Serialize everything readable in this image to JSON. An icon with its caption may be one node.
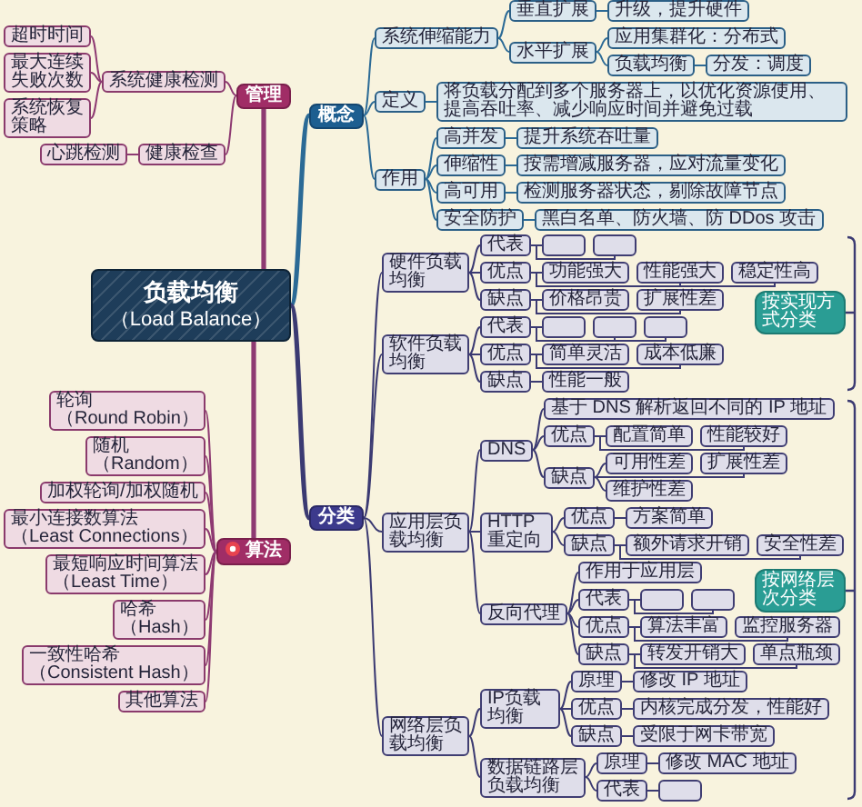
{
  "diagram": {
    "nodes": [
      {
        "text": [
          "负载均衡",
          "（Load Balance）"
        ]
      },
      {
        "text": [
          "管理"
        ]
      },
      {
        "text": [
          "系统健康检测"
        ]
      },
      {
        "text": [
          "超时时间"
        ]
      },
      {
        "text": [
          "最大连续失败次数"
        ]
      },
      {
        "text": [
          "系统恢复策略"
        ]
      },
      {
        "text": [
          "健康检查"
        ]
      },
      {
        "text": [
          "心跳检测"
        ]
      },
      {
        "text": [
          "算法"
        ]
      },
      {
        "text": [
          "轮询",
          "（Round Robin）"
        ]
      },
      {
        "text": [
          "随机",
          "（Random）"
        ]
      },
      {
        "text": [
          "加权轮询/加权随机"
        ]
      },
      {
        "text": [
          "最小连接数算法",
          "（Least Connections）"
        ]
      },
      {
        "text": [
          "最短响应时间算法",
          "（Least Time）"
        ]
      },
      {
        "text": [
          "哈希",
          "（Hash）"
        ]
      },
      {
        "text": [
          "一致性哈希",
          "（Consistent Hash）"
        ]
      },
      {
        "text": [
          "其他算法"
        ]
      },
      {
        "text": [
          "概念"
        ]
      },
      {
        "text": [
          "系统伸缩能力"
        ]
      },
      {
        "text": [
          "垂直扩展"
        ]
      },
      {
        "text": [
          "升级，提升硬件"
        ]
      },
      {
        "text": [
          "水平扩展"
        ]
      },
      {
        "text": [
          "应用集群化：分布式"
        ]
      },
      {
        "text": [
          "负载均衡"
        ]
      },
      {
        "text": [
          "分发：调度"
        ]
      },
      {
        "text": [
          "定义"
        ]
      },
      {
        "text": [
          "将负载分配到多个服务器上，以优化资源使用、提高吞吐率、减少响应时间并避免过载"
        ]
      },
      {
        "text": [
          "作用"
        ]
      },
      {
        "text": [
          "高并发"
        ]
      },
      {
        "text": [
          "提升系统吞吐量"
        ]
      },
      {
        "text": [
          "伸缩性"
        ]
      },
      {
        "text": [
          "按需增减服务器，应对流量变化"
        ]
      },
      {
        "text": [
          "高可用"
        ]
      },
      {
        "text": [
          "检测服务器状态，剔除故障节点"
        ]
      },
      {
        "text": [
          "安全防护"
        ]
      },
      {
        "text": [
          "黑白名单、防火墙、防 DDos 攻击"
        ]
      },
      {
        "text": [
          "分类"
        ]
      },
      {
        "text": [
          "硬件负载均衡"
        ]
      },
      {
        "text": [
          "代表"
        ]
      },
      {
        "text": [],
        "shape": "box"
      },
      {
        "text": [],
        "shape": "box"
      },
      {
        "text": [
          "优点"
        ]
      },
      {
        "text": [
          "功能强大"
        ]
      },
      {
        "text": [
          "性能强大"
        ]
      },
      {
        "text": [
          "稳定性高"
        ]
      },
      {
        "text": [
          "缺点"
        ]
      },
      {
        "text": [
          "价格昂贵"
        ]
      },
      {
        "text": [
          "扩展性差"
        ]
      },
      {
        "text": [
          "软件负载均衡"
        ]
      },
      {
        "text": [
          "代表"
        ]
      },
      {
        "text": [],
        "shape": "box"
      },
      {
        "text": [],
        "shape": "box"
      },
      {
        "text": [],
        "shape": "box"
      },
      {
        "text": [
          "优点"
        ]
      },
      {
        "text": [
          "简单灵活"
        ]
      },
      {
        "text": [
          "成本低廉"
        ]
      },
      {
        "text": [
          "缺点"
        ]
      },
      {
        "text": [
          "性能一般"
        ]
      },
      {
        "text": [
          "应用层负载均衡"
        ]
      },
      {
        "text": [
          "DNS"
        ]
      },
      {
        "text": [
          "基于 DNS 解析返回不同的 IP 地址"
        ]
      },
      {
        "text": [
          "优点"
        ]
      },
      {
        "text": [
          "配置简单"
        ]
      },
      {
        "text": [
          "性能较好"
        ]
      },
      {
        "text": [
          "缺点"
        ]
      },
      {
        "text": [
          "可用性差"
        ]
      },
      {
        "text": [
          "扩展性差"
        ]
      },
      {
        "text": [
          "维护性差"
        ]
      },
      {
        "text": [
          "HTTP重定向"
        ]
      },
      {
        "text": [
          "优点"
        ]
      },
      {
        "text": [
          "方案简单"
        ]
      },
      {
        "text": [
          "缺点"
        ]
      },
      {
        "text": [
          "额外请求开销"
        ]
      },
      {
        "text": [
          "安全性差"
        ]
      },
      {
        "text": [
          "反向代理"
        ]
      },
      {
        "text": [
          "作用于应用层"
        ]
      },
      {
        "text": [
          "代表"
        ]
      },
      {
        "text": [],
        "shape": "box"
      },
      {
        "text": [],
        "shape": "box"
      },
      {
        "text": [
          "优点"
        ]
      },
      {
        "text": [
          "算法丰富"
        ]
      },
      {
        "text": [
          "监控服务器"
        ]
      },
      {
        "text": [
          "缺点"
        ]
      },
      {
        "text": [
          "转发开销大"
        ]
      },
      {
        "text": [
          "单点瓶颈"
        ]
      },
      {
        "text": [
          "网络层负载均衡"
        ]
      },
      {
        "text": [
          "IP负载均衡"
        ]
      },
      {
        "text": [
          "原理"
        ]
      },
      {
        "text": [
          "修改 IP 地址"
        ]
      },
      {
        "text": [
          "优点"
        ]
      },
      {
        "text": [
          "内核完成分发，性能好"
        ]
      },
      {
        "text": [
          "缺点"
        ]
      },
      {
        "text": [
          "受限于网卡带宽"
        ]
      },
      {
        "text": [
          "数据链路层负载均衡"
        ]
      },
      {
        "text": [
          "原理"
        ]
      },
      {
        "text": [
          "修改 MAC 地址"
        ]
      },
      {
        "text": [
          "代表"
        ]
      },
      {
        "text": [],
        "shape": "box"
      },
      {
        "text": [
          "按实现方式分类"
        ]
      },
      {
        "text": [
          "按网络层次分类"
        ]
      }
    ],
    "edges": [
      {
        "from": 0,
        "to": 1,
        "arrow": "none",
        "style": "thick",
        "color": "#8e3a72"
      },
      {
        "from": 1,
        "to": 2,
        "arrow": "none",
        "color": "#8e3a72"
      },
      {
        "from": 2,
        "to": 3,
        "arrow": "none",
        "color": "#8e3a72"
      },
      {
        "from": 2,
        "to": 4,
        "arrow": "none",
        "color": "#8e3a72"
      },
      {
        "from": 2,
        "to": 5,
        "arrow": "none",
        "color": "#8e3a72"
      },
      {
        "from": 1,
        "to": 6,
        "arrow": "none",
        "color": "#8e3a72"
      },
      {
        "from": 6,
        "to": 7,
        "arrow": "none",
        "color": "#8e3a72"
      },
      {
        "from": 0,
        "to": 8,
        "arrow": "none",
        "style": "thick",
        "color": "#8e3a72"
      },
      {
        "from": 8,
        "to": 9,
        "arrow": "none",
        "color": "#8e3a72"
      },
      {
        "from": 8,
        "to": 10,
        "arrow": "none",
        "color": "#8e3a72"
      },
      {
        "from": 8,
        "to": 11,
        "arrow": "none",
        "color": "#8e3a72"
      },
      {
        "from": 8,
        "to": 12,
        "arrow": "none",
        "color": "#8e3a72"
      },
      {
        "from": 8,
        "to": 13,
        "arrow": "none",
        "color": "#8e3a72"
      },
      {
        "from": 8,
        "to": 14,
        "arrow": "none",
        "color": "#8e3a72"
      },
      {
        "from": 8,
        "to": 15,
        "arrow": "none",
        "color": "#8e3a72"
      },
      {
        "from": 8,
        "to": 16,
        "arrow": "none",
        "color": "#8e3a72"
      },
      {
        "from": 0,
        "to": 17,
        "arrow": "none",
        "style": "thick",
        "color": "#2b6a96"
      },
      {
        "from": 17,
        "to": 18,
        "arrow": "none",
        "color": "#2b6a96"
      },
      {
        "from": 18,
        "to": 19,
        "arrow": "none",
        "color": "#2b6a96"
      },
      {
        "from": 19,
        "to": 20,
        "arrow": "none",
        "color": "#2b6a96"
      },
      {
        "from": 18,
        "to": 21,
        "arrow": "none",
        "color": "#2b6a96"
      },
      {
        "from": 21,
        "to": 22,
        "arrow": "none",
        "color": "#2b6a96"
      },
      {
        "from": 21,
        "to": 23,
        "arrow": "none",
        "color": "#2b6a96"
      },
      {
        "from": 23,
        "to": 24,
        "arrow": "none",
        "color": "#2b6a96"
      },
      {
        "from": 17,
        "to": 25,
        "arrow": "none",
        "color": "#2b6a96"
      },
      {
        "from": 25,
        "to": 26,
        "arrow": "none",
        "color": "#2b6a96"
      },
      {
        "from": 17,
        "to": 27,
        "arrow": "none",
        "color": "#2b6a96"
      },
      {
        "from": 27,
        "to": 28,
        "arrow": "none",
        "color": "#2b6a96"
      },
      {
        "from": 28,
        "to": 29,
        "arrow": "none",
        "color": "#2b6a96"
      },
      {
        "from": 27,
        "to": 30,
        "arrow": "none",
        "color": "#2b6a96"
      },
      {
        "from": 30,
        "to": 31,
        "arrow": "none",
        "color": "#2b6a96"
      },
      {
        "from": 27,
        "to": 32,
        "arrow": "none",
        "color": "#2b6a96"
      },
      {
        "from": 32,
        "to": 33,
        "arrow": "none",
        "color": "#2b6a96"
      },
      {
        "from": 27,
        "to": 34,
        "arrow": "none",
        "color": "#2b6a96"
      },
      {
        "from": 34,
        "to": 35,
        "arrow": "none",
        "color": "#2b6a96"
      },
      {
        "from": 0,
        "to": 36,
        "arrow": "none",
        "style": "thick"
      },
      {
        "from": 36,
        "to": 37,
        "arrow": "none"
      },
      {
        "from": 37,
        "to": 38,
        "arrow": "none"
      },
      {
        "from": 38,
        "to": 39,
        "arrow": "none"
      },
      {
        "from": 38,
        "to": 40,
        "arrow": "none"
      },
      {
        "from": 37,
        "to": 41,
        "arrow": "none"
      },
      {
        "from": 41,
        "to": 42,
        "arrow": "none"
      },
      {
        "from": 41,
        "to": 43,
        "arrow": "none"
      },
      {
        "from": 41,
        "to": 44,
        "arrow": "none"
      },
      {
        "from": 37,
        "to": 45,
        "arrow": "none"
      },
      {
        "from": 45,
        "to": 46,
        "arrow": "none"
      },
      {
        "from": 45,
        "to": 47,
        "arrow": "none"
      },
      {
        "from": 36,
        "to": 48,
        "arrow": "none"
      },
      {
        "from": 48,
        "to": 49,
        "arrow": "none"
      },
      {
        "from": 49,
        "to": 50,
        "arrow": "none"
      },
      {
        "from": 49,
        "to": 51,
        "arrow": "none"
      },
      {
        "from": 49,
        "to": 52,
        "arrow": "none"
      },
      {
        "from": 48,
        "to": 53,
        "arrow": "none"
      },
      {
        "from": 53,
        "to": 54,
        "arrow": "none"
      },
      {
        "from": 53,
        "to": 55,
        "arrow": "none"
      },
      {
        "from": 48,
        "to": 56,
        "arrow": "none"
      },
      {
        "from": 56,
        "to": 57,
        "arrow": "none"
      },
      {
        "from": 36,
        "to": 58,
        "arrow": "none"
      },
      {
        "from": 58,
        "to": 59,
        "arrow": "none"
      },
      {
        "from": 59,
        "to": 60,
        "arrow": "none"
      },
      {
        "from": 59,
        "to": 61,
        "arrow": "none"
      },
      {
        "from": 61,
        "to": 62,
        "arrow": "none"
      },
      {
        "from": 61,
        "to": 63,
        "arrow": "none"
      },
      {
        "from": 59,
        "to": 64,
        "arrow": "none"
      },
      {
        "from": 64,
        "to": 65,
        "arrow": "none"
      },
      {
        "from": 64,
        "to": 66,
        "arrow": "none"
      },
      {
        "from": 64,
        "to": 67,
        "arrow": "none"
      },
      {
        "from": 58,
        "to": 68,
        "arrow": "none"
      },
      {
        "from": 68,
        "to": 69,
        "arrow": "none"
      },
      {
        "from": 69,
        "to": 70,
        "arrow": "none"
      },
      {
        "from": 68,
        "to": 71,
        "arrow": "none"
      },
      {
        "from": 71,
        "to": 72,
        "arrow": "none"
      },
      {
        "from": 71,
        "to": 73,
        "arrow": "none"
      },
      {
        "from": 58,
        "to": 74,
        "arrow": "none"
      },
      {
        "from": 74,
        "to": 75,
        "arrow": "none"
      },
      {
        "from": 74,
        "to": 76,
        "arrow": "none"
      },
      {
        "from": 76,
        "to": 77,
        "arrow": "none"
      },
      {
        "from": 76,
        "to": 78,
        "arrow": "none"
      },
      {
        "from": 74,
        "to": 79,
        "arrow": "none"
      },
      {
        "from": 79,
        "to": 80,
        "arrow": "none"
      },
      {
        "from": 79,
        "to": 81,
        "arrow": "none"
      },
      {
        "from": 74,
        "to": 82,
        "arrow": "none"
      },
      {
        "from": 82,
        "to": 83,
        "arrow": "none"
      },
      {
        "from": 82,
        "to": 84,
        "arrow": "none"
      },
      {
        "from": 36,
        "to": 85,
        "arrow": "none"
      },
      {
        "from": 85,
        "to": 86,
        "arrow": "none"
      },
      {
        "from": 86,
        "to": 87,
        "arrow": "none"
      },
      {
        "from": 87,
        "to": 88,
        "arrow": "none"
      },
      {
        "from": 86,
        "to": 89,
        "arrow": "none"
      },
      {
        "from": 89,
        "to": 90,
        "arrow": "none"
      },
      {
        "from": 86,
        "to": 91,
        "arrow": "none"
      },
      {
        "from": 91,
        "to": 92,
        "arrow": "none"
      },
      {
        "from": 85,
        "to": 93,
        "arrow": "none"
      },
      {
        "from": 93,
        "to": 94,
        "arrow": "none"
      },
      {
        "from": 94,
        "to": 95,
        "arrow": "none"
      },
      {
        "from": 93,
        "to": 96,
        "arrow": "none"
      },
      {
        "from": 96,
        "to": 97,
        "arrow": "none"
      }
    ]
  }
}
